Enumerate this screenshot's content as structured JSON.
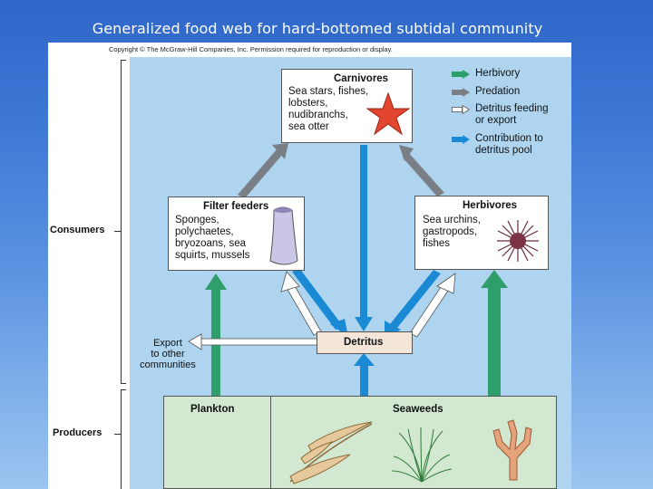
{
  "slide": {
    "title": "Generalized food web for hard-bottomed subtidal community"
  },
  "figure": {
    "copyright": "Copyright © The McGraw-Hill Companies, Inc. Permission required for reproduction or display."
  },
  "side_labels": {
    "consumers": "Consumers",
    "producers": "Producers"
  },
  "boxes": {
    "carnivores": {
      "title": "Carnivores",
      "text": "Sea stars, fishes,\nlobsters,\nnudibranchs,\nsea otter"
    },
    "filter_feeders": {
      "title": "Filter feeders",
      "text": "Sponges,\npolychaetes,\nbryozoans, sea\nsquirts, mussels"
    },
    "herbivores": {
      "title": "Herbivores",
      "text": "Sea urchins,\ngastropods,\nfishes"
    },
    "detritus": {
      "title": "Detritus"
    },
    "plankton": {
      "title": "Plankton"
    },
    "seaweeds": {
      "title": "Seaweeds"
    }
  },
  "export": {
    "text": "Export\nto other\ncommunities"
  },
  "legend": [
    {
      "label": "Herbivory",
      "color": "#2e9e6a",
      "style": "solid"
    },
    {
      "label": "Predation",
      "color": "#7a7f86",
      "style": "solid"
    },
    {
      "label": "Detritus feeding\nor export",
      "color": "#ffffff",
      "style": "outline"
    },
    {
      "label": "Contribution to\ndetritus pool",
      "color": "#1a8ad4",
      "style": "solid"
    }
  ],
  "colors": {
    "herbivory": "#2e9e6a",
    "predation": "#7a7f86",
    "detritus_contribution": "#1a8ad4",
    "diagram_background": "#aed4ef",
    "producer_background": "#d3e8d0"
  },
  "icons": [
    "sea-star-icon",
    "sponge-icon",
    "sea-urchin-icon",
    "kelp-icon",
    "seagrass-icon",
    "coralline-alga-icon"
  ]
}
